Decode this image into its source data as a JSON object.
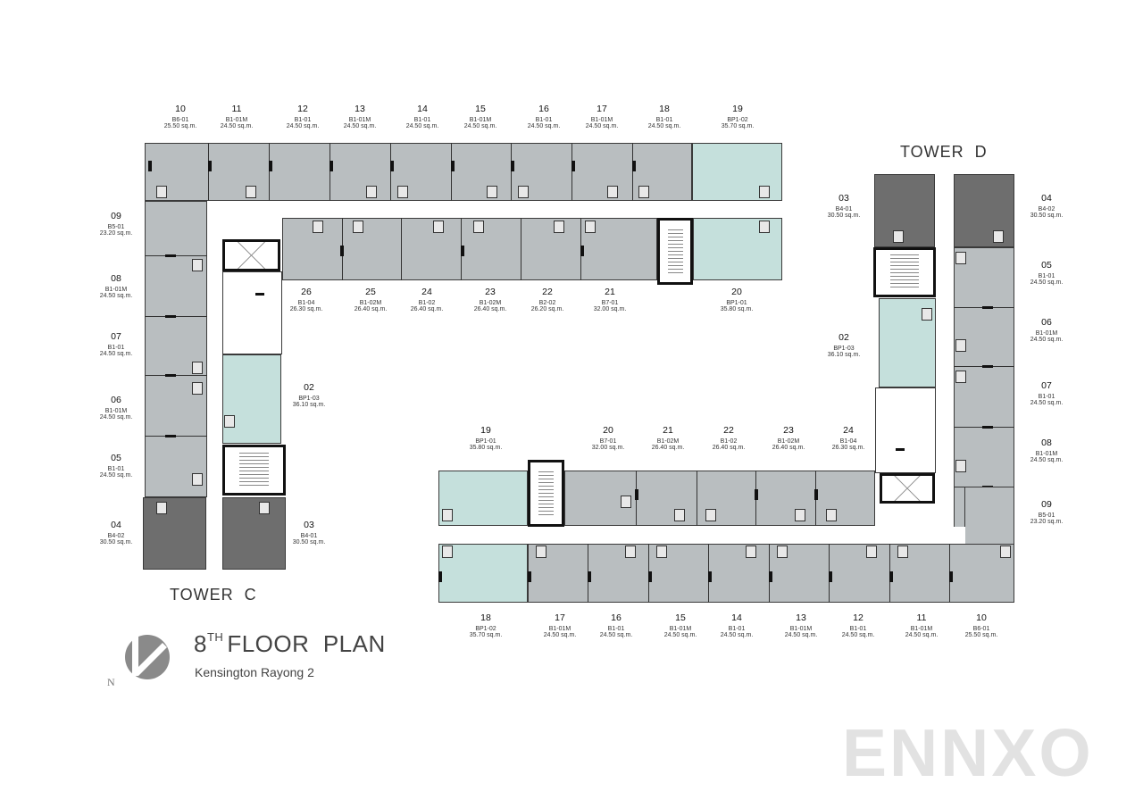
{
  "title": {
    "floor_number": "8",
    "floor_suffix": "TH",
    "floor_word": "FLOOR  PLAN",
    "project": "Kensington Rayong 2",
    "north_marker": "N"
  },
  "watermark": "ENNXO",
  "colors": {
    "standard_unit": "#b9bec0",
    "corner_unit_mint": "#c5e0dc",
    "end_unit_dark": "#6e6e6e",
    "corridor": "#ffffff",
    "walls": "#111111"
  },
  "tower_c": {
    "name": "TOWER  C",
    "top_row": [
      {
        "no": "10",
        "type": "B6-01",
        "area": "25.50 sq.m."
      },
      {
        "no": "11",
        "type": "B1-01M",
        "area": "24.50 sq.m."
      },
      {
        "no": "12",
        "type": "B1-01",
        "area": "24.50 sq.m."
      },
      {
        "no": "13",
        "type": "B1-01M",
        "area": "24.50 sq.m."
      },
      {
        "no": "14",
        "type": "B1-01",
        "area": "24.50 sq.m."
      },
      {
        "no": "15",
        "type": "B1-01M",
        "area": "24.50 sq.m."
      },
      {
        "no": "16",
        "type": "B1-01",
        "area": "24.50 sq.m."
      },
      {
        "no": "17",
        "type": "B1-01M",
        "area": "24.50 sq.m."
      },
      {
        "no": "18",
        "type": "B1-01",
        "area": "24.50 sq.m."
      },
      {
        "no": "19",
        "type": "BP1-02",
        "area": "35.70 sq.m."
      }
    ],
    "inner_row": [
      {
        "no": "26",
        "type": "B1-04",
        "area": "26.30 sq.m."
      },
      {
        "no": "25",
        "type": "B1-02M",
        "area": "26.40 sq.m."
      },
      {
        "no": "24",
        "type": "B1-02",
        "area": "26.40 sq.m."
      },
      {
        "no": "23",
        "type": "B1-02M",
        "area": "26.40 sq.m."
      },
      {
        "no": "22",
        "type": "B2-02",
        "area": "26.20 sq.m."
      },
      {
        "no": "21",
        "type": "B7-01",
        "area": "32.00 sq.m."
      },
      {
        "no": "20",
        "type": "BP1-01",
        "area": "35.80 sq.m."
      }
    ],
    "left_column": [
      {
        "no": "09",
        "type": "B5-01",
        "area": "23.20 sq.m."
      },
      {
        "no": "08",
        "type": "B1-01M",
        "area": "24.50 sq.m."
      },
      {
        "no": "07",
        "type": "B1-01",
        "area": "24.50 sq.m."
      },
      {
        "no": "06",
        "type": "B1-01M",
        "area": "24.50 sq.m."
      },
      {
        "no": "05",
        "type": "B1-01",
        "area": "24.50 sq.m."
      },
      {
        "no": "04",
        "type": "B4-02",
        "area": "30.50 sq.m."
      }
    ],
    "right_column": [
      {
        "no": "02",
        "type": "BP1-03",
        "area": "36.10 sq.m."
      },
      {
        "no": "03",
        "type": "B4-01",
        "area": "30.50 sq.m."
      }
    ]
  },
  "tower_d": {
    "name": "TOWER  D",
    "top_pair": [
      {
        "no": "03",
        "type": "B4-01",
        "area": "30.50 sq.m."
      },
      {
        "no": "04",
        "type": "B4-02",
        "area": "30.50 sq.m."
      }
    ],
    "left_column": [
      {
        "no": "02",
        "type": "BP1-03",
        "area": "36.10 sq.m."
      }
    ],
    "right_column": [
      {
        "no": "05",
        "type": "B1-01",
        "area": "24.50 sq.m."
      },
      {
        "no": "06",
        "type": "B1-01M",
        "area": "24.50 sq.m."
      },
      {
        "no": "07",
        "type": "B1-01",
        "area": "24.50 sq.m."
      },
      {
        "no": "08",
        "type": "B1-01M",
        "area": "24.50 sq.m."
      },
      {
        "no": "09",
        "type": "B5-01",
        "area": "23.20 sq.m."
      }
    ],
    "inner_row": [
      {
        "no": "19",
        "type": "BP1-01",
        "area": "35.80 sq.m."
      },
      {
        "no": "20",
        "type": "B7-01",
        "area": "32.00 sq.m."
      },
      {
        "no": "21",
        "type": "B1-02M",
        "area": "26.40 sq.m."
      },
      {
        "no": "22",
        "type": "B1-02",
        "area": "26.40 sq.m."
      },
      {
        "no": "23",
        "type": "B1-02M",
        "area": "26.40 sq.m."
      },
      {
        "no": "24",
        "type": "B1-04",
        "area": "26.30 sq.m."
      }
    ],
    "bottom_row": [
      {
        "no": "18",
        "type": "BP1-02",
        "area": "35.70 sq.m."
      },
      {
        "no": "17",
        "type": "B1-01M",
        "area": "24.50 sq.m."
      },
      {
        "no": "16",
        "type": "B1-01",
        "area": "24.50 sq.m."
      },
      {
        "no": "15",
        "type": "B1-01M",
        "area": "24.50 sq.m."
      },
      {
        "no": "14",
        "type": "B1-01",
        "area": "24.50 sq.m."
      },
      {
        "no": "13",
        "type": "B1-01M",
        "area": "24.50 sq.m."
      },
      {
        "no": "12",
        "type": "B1-01",
        "area": "24.50 sq.m."
      },
      {
        "no": "11",
        "type": "B1-01M",
        "area": "24.50 sq.m."
      },
      {
        "no": "10",
        "type": "B6-01",
        "area": "25.50 sq.m."
      }
    ]
  }
}
